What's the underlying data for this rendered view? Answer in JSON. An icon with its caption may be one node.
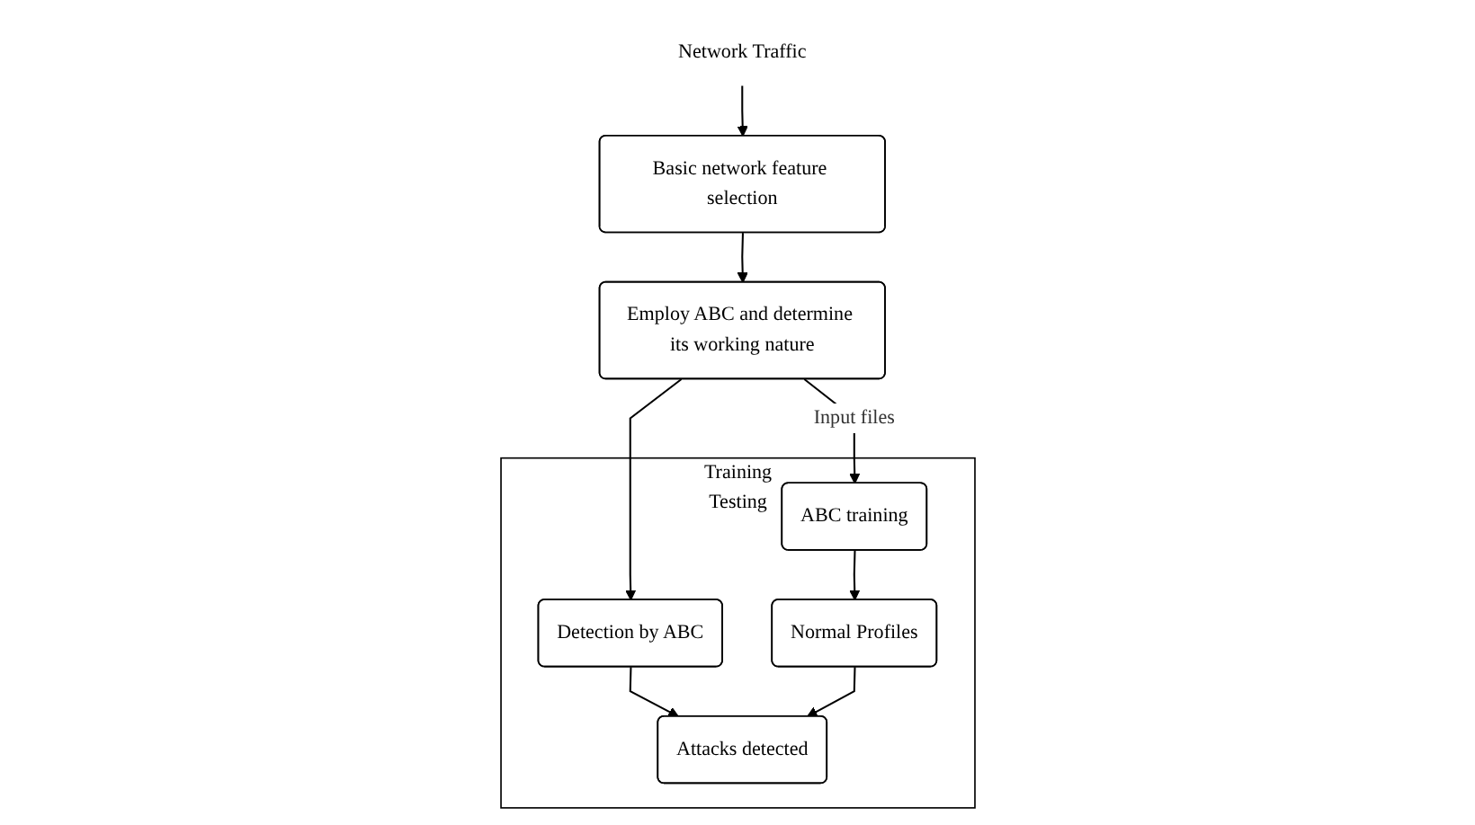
{
  "diagram": {
    "nodes": [
      {
        "text": [
          "Network Traffic"
        ]
      },
      {
        "text": [
          "Basic network feature selection"
        ]
      },
      {
        "text": [
          "Employ ABC and determine its working nature"
        ]
      },
      {
        "text": [
          "Training",
          "Testing"
        ]
      },
      {
        "text": [
          "ABC training"
        ],
        "in": 3
      },
      {
        "text": [
          "Detection by ABC"
        ],
        "in": 3
      },
      {
        "text": [
          "Normal Profiles"
        ],
        "in": 3
      },
      {
        "text": [
          "Attacks detected"
        ],
        "in": 3
      }
    ],
    "edges": [
      {
        "from": 0,
        "to": 1,
        "arrow": "to"
      },
      {
        "from": 1,
        "to": 2,
        "arrow": "to"
      },
      {
        "from": 2,
        "to": 4,
        "arrow": "to",
        "label": "Input files"
      },
      {
        "from": 2,
        "to": 5,
        "arrow": "to"
      },
      {
        "from": 4,
        "to": 6,
        "arrow": "to"
      },
      {
        "from": 5,
        "to": 7,
        "arrow": "to"
      },
      {
        "from": 6,
        "to": 7,
        "arrow": "to"
      }
    ]
  }
}
